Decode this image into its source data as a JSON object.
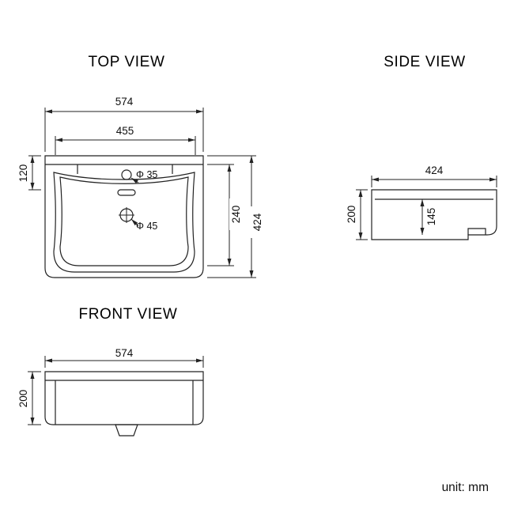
{
  "unit_note": "unit: mm",
  "views": {
    "top": {
      "title": "TOP VIEW",
      "dimensions": {
        "overall_width": "574",
        "inner_width": "455",
        "back_depth": "120",
        "basin_depth": "240",
        "overall_depth": "424",
        "tap_hole_diameter": "Φ 35",
        "drain_diameter": "Φ 45"
      }
    },
    "side": {
      "title": "SIDE VIEW",
      "dimensions": {
        "overall_depth": "424",
        "overall_height": "200",
        "basin_inner_depth": "145"
      }
    },
    "front": {
      "title": "FRONT VIEW",
      "dimensions": {
        "overall_width": "574",
        "overall_height": "200"
      }
    }
  }
}
